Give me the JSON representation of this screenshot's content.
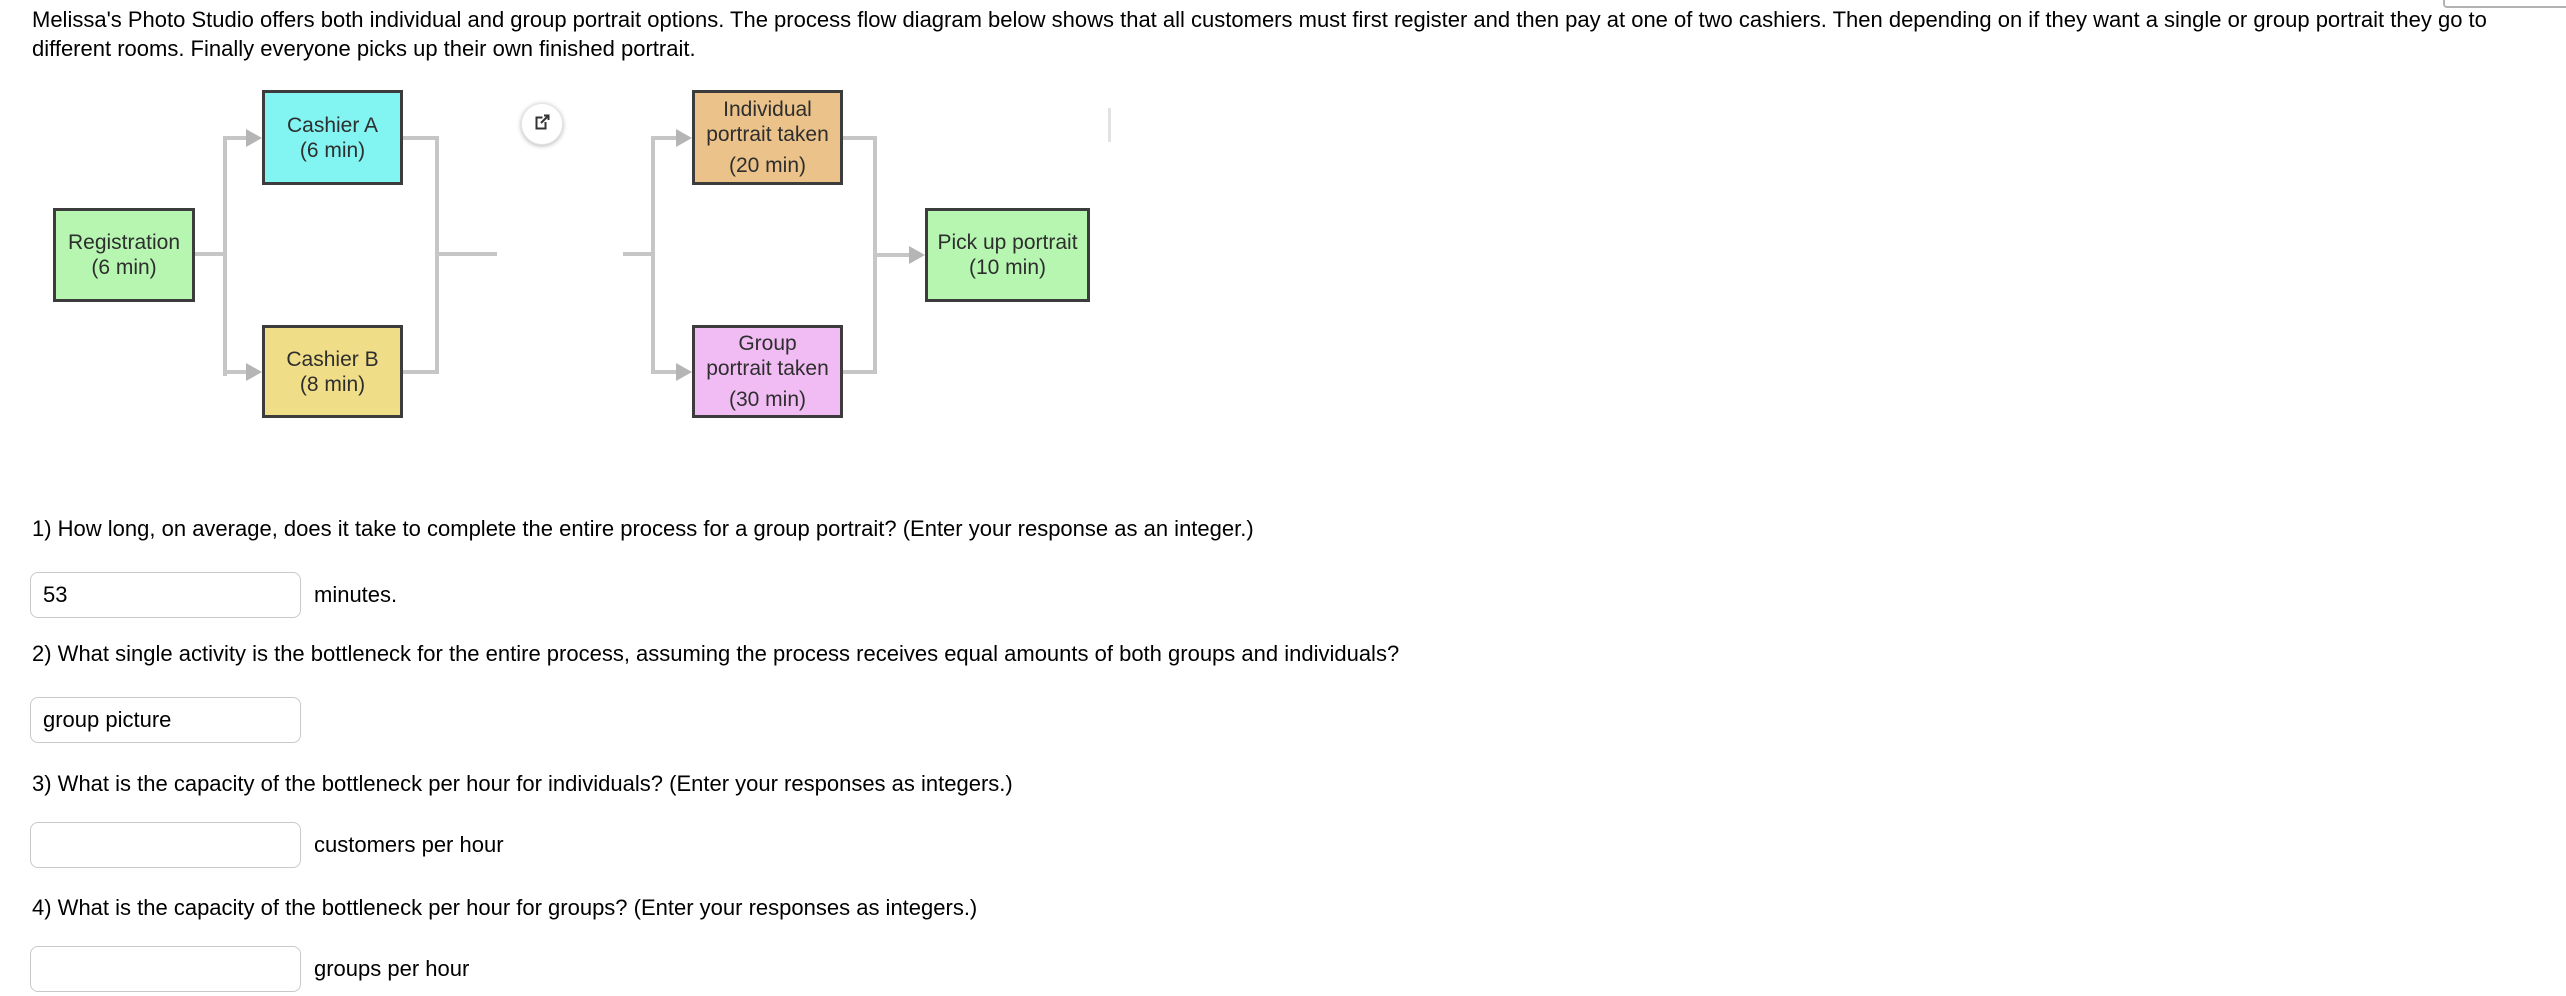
{
  "intro": {
    "text": "Melissa's Photo Studio offers both individual and group portrait options. The process flow diagram below shows that all customers must first register and then pay at one of two cashiers. Then depending on if they want a single or group portrait they go to different rooms. Finally everyone picks up their own finished portrait."
  },
  "diagram": {
    "nodes": {
      "registration": {
        "line1": "Registration",
        "line2": "(6 min)",
        "color": "#b6f6b0"
      },
      "cashier_a": {
        "line1": "Cashier A",
        "line2": "(6 min)",
        "color": "#82f4f1"
      },
      "cashier_b": {
        "line1": "Cashier B",
        "line2": "(8 min)",
        "color": "#f0dd87"
      },
      "individual": {
        "line1": "Individual",
        "line2": "portrait taken",
        "line3": "(20 min)",
        "color": "#ebc289"
      },
      "group": {
        "line1": "Group",
        "line2": "portrait taken",
        "line3": "(30 min)",
        "color": "#f0bcf3"
      },
      "pickup": {
        "line1": "Pick up portrait",
        "line2": "(10 min)",
        "color": "#b6f6b0"
      }
    },
    "connector_color": "#c6c6c6",
    "border_color": "#3c3c3c",
    "icons": {
      "external_link": "external-link-icon"
    }
  },
  "questions": [
    {
      "label": "1) How long, on average, does it take to complete the entire process for a group portrait? (Enter your response as an integer.)",
      "value": "53",
      "suffix": "minutes."
    },
    {
      "label": "2) What single activity is the bottleneck for the entire process, assuming the process receives equal amounts of both groups and individuals?",
      "value": "group picture",
      "suffix": ""
    },
    {
      "label": "3) What is the capacity of the bottleneck per hour for individuals? (Enter your responses as integers.)",
      "value": "",
      "suffix": "customers per hour"
    },
    {
      "label": "4) What is the capacity of the bottleneck per hour for groups? (Enter your responses as integers.)",
      "value": "",
      "suffix": "groups per hour"
    }
  ]
}
